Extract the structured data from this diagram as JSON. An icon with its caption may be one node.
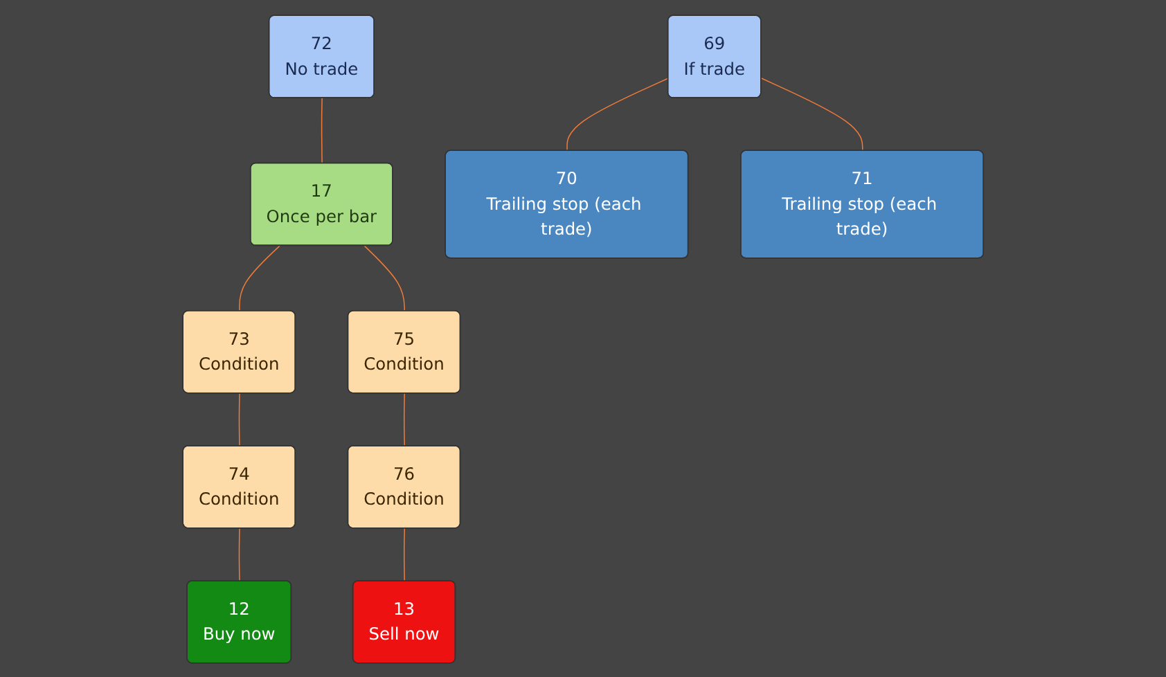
{
  "diagram": {
    "nodes": [
      {
        "text": [
          "72",
          "No trade"
        ]
      },
      {
        "text": [
          "17",
          "Once per bar"
        ]
      },
      {
        "text": [
          "73",
          "Condition"
        ]
      },
      {
        "text": [
          "74",
          "Condition"
        ]
      },
      {
        "text": [
          "75",
          "Condition"
        ]
      },
      {
        "text": [
          "76",
          "Condition"
        ]
      },
      {
        "text": [
          "12",
          "Buy now"
        ]
      },
      {
        "text": [
          "13",
          "Sell now"
        ]
      },
      {
        "text": [
          "69",
          "If trade"
        ]
      },
      {
        "text": [
          "70",
          "Trailing stop (each trade)"
        ]
      },
      {
        "text": [
          "71",
          "Trailing stop (each trade)"
        ]
      }
    ],
    "edges": [
      {
        "from": 0,
        "to": 1,
        "arrow": "none"
      },
      {
        "from": 1,
        "to": 2,
        "arrow": "none"
      },
      {
        "from": 1,
        "to": 4,
        "arrow": "none"
      },
      {
        "from": 2,
        "to": 3,
        "arrow": "none"
      },
      {
        "from": 4,
        "to": 5,
        "arrow": "none"
      },
      {
        "from": 3,
        "to": 6,
        "arrow": "none"
      },
      {
        "from": 5,
        "to": 7,
        "arrow": "none"
      },
      {
        "from": 8,
        "to": 9,
        "arrow": "none"
      },
      {
        "from": 8,
        "to": 10,
        "arrow": "none"
      }
    ]
  }
}
